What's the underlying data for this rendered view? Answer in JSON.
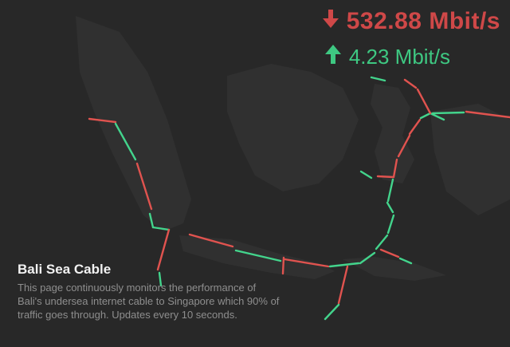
{
  "download": {
    "icon": "arrow-down-icon",
    "value": "532.88 Mbit/s",
    "color": "#cf4848"
  },
  "upload": {
    "icon": "arrow-up-icon",
    "value": "4.23 Mbit/s",
    "color": "#3ec882"
  },
  "info": {
    "title": "Bali Sea Cable",
    "description": "This page continuously monitors the performance of Bali's undersea internet cable to Singapore which 90% of traffic goes through. Updates every 10 seconds."
  },
  "map": {
    "cable_colors": {
      "red": "#e0534f",
      "green": "#43d48c"
    }
  }
}
